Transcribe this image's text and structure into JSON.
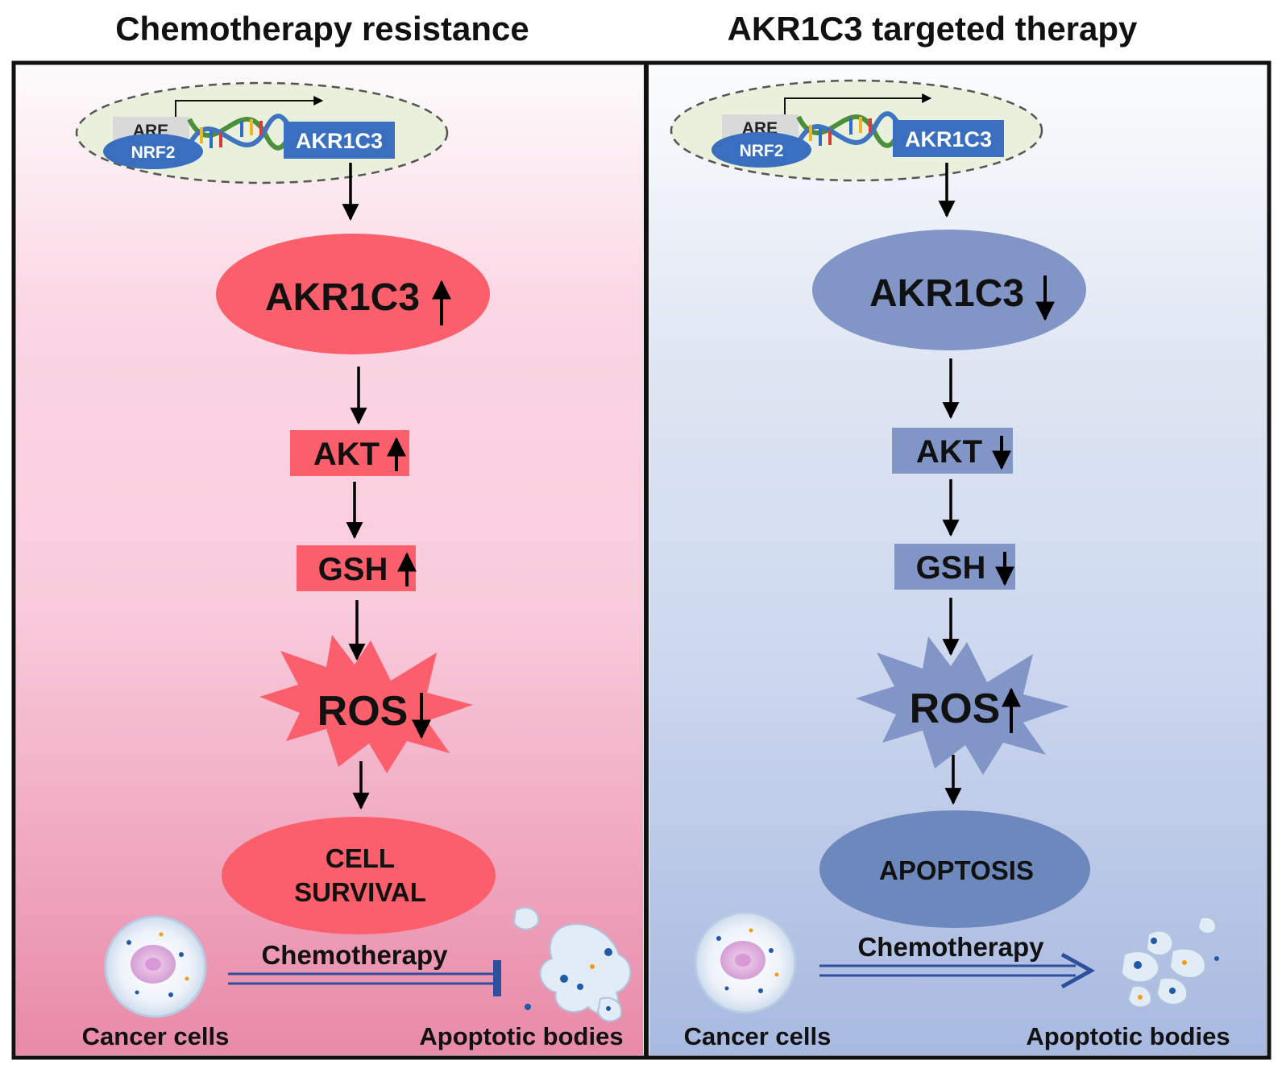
{
  "titles": {
    "left": "Chemotherapy resistance",
    "right": "AKR1C3 targeted therapy"
  },
  "left": {
    "gene": {
      "are": "ARE",
      "nrf2": "NRF2",
      "akr1c3": "AKR1C3"
    },
    "akr1c3": {
      "label": "AKR1C3",
      "direction": "up"
    },
    "akt": {
      "label": "AKT",
      "direction": "up"
    },
    "gsh": {
      "label": "GSH",
      "direction": "up"
    },
    "ros": {
      "label": "ROS",
      "direction": "down"
    },
    "outcome": {
      "line1": "CELL",
      "line2": "SURVIVAL"
    },
    "treatment": {
      "label": "Chemotherapy",
      "effect": "inhibits"
    },
    "cancer_cells": "Cancer cells",
    "apoptotic_bodies": "Apoptotic bodies"
  },
  "right": {
    "gene": {
      "are": "ARE",
      "nrf2": "NRF2",
      "akr1c3": "AKR1C3"
    },
    "akr1c3": {
      "label": "AKR1C3",
      "direction": "down"
    },
    "akt": {
      "label": "AKT",
      "direction": "down"
    },
    "gsh": {
      "label": "GSH",
      "direction": "down"
    },
    "ros": {
      "label": "ROS",
      "direction": "up"
    },
    "outcome": {
      "line1": "APOPTOSIS"
    },
    "treatment": {
      "label": "Chemotherapy",
      "effect": "promotes"
    },
    "cancer_cells": "Cancer cells",
    "apoptotic_bodies": "Apoptotic bodies"
  },
  "colors": {
    "red_node": "#fb5f6b",
    "blue_node": "#8196c7",
    "blue_dark_node": "#6d88bd",
    "gene_box": "#3a6fc0",
    "left_bg_top": "#fdfbfc",
    "left_bg_bottom": "#e88aa8",
    "right_bg_top": "#fbfcfd",
    "right_bg_bottom": "#a8b9e0"
  }
}
